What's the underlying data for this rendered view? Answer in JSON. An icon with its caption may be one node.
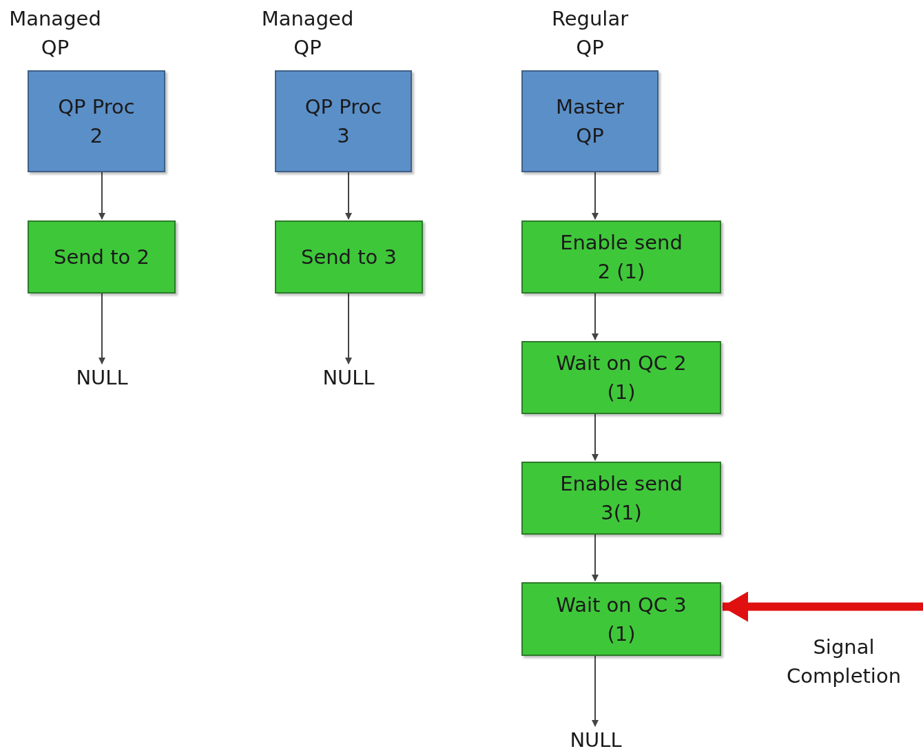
{
  "diagram": {
    "nodes": [
      {
        "text": [
          "Managed QP",
          "QP Proc 2"
        ]
      },
      {
        "text": [
          "Send to 2"
        ]
      },
      {
        "text": [
          "NULL"
        ]
      },
      {
        "text": [
          "Managed QP",
          "QP Proc 3"
        ]
      },
      {
        "text": [
          "Send to 3"
        ]
      },
      {
        "text": [
          "NULL"
        ]
      },
      {
        "text": [
          "Regular QP",
          "Master QP"
        ]
      },
      {
        "text": [
          "Enable send 2 (1)"
        ]
      },
      {
        "text": [
          "Wait on QC 2 (1)"
        ]
      },
      {
        "text": [
          "Enable send 3(1)"
        ]
      },
      {
        "text": [
          "Wait on QC 3 (1)"
        ]
      },
      {
        "text": [
          "NULL"
        ]
      }
    ],
    "edges": [
      {
        "from": 0,
        "to": 1,
        "arrow": "to"
      },
      {
        "from": 1,
        "to": 2,
        "arrow": "to"
      },
      {
        "from": 3,
        "to": 4,
        "arrow": "to"
      },
      {
        "from": 4,
        "to": 5,
        "arrow": "to"
      },
      {
        "from": 6,
        "to": 7,
        "arrow": "to"
      },
      {
        "from": 7,
        "to": 8,
        "arrow": "to"
      },
      {
        "from": 8,
        "to": 9,
        "arrow": "to"
      },
      {
        "from": 9,
        "to": 10,
        "arrow": "to"
      },
      {
        "from": 10,
        "to": 11,
        "arrow": "to"
      },
      {
        "from": null,
        "to": 10,
        "arrow": "to",
        "label": "Signal Completion",
        "style": "thick",
        "color": "#e01010"
      }
    ]
  }
}
